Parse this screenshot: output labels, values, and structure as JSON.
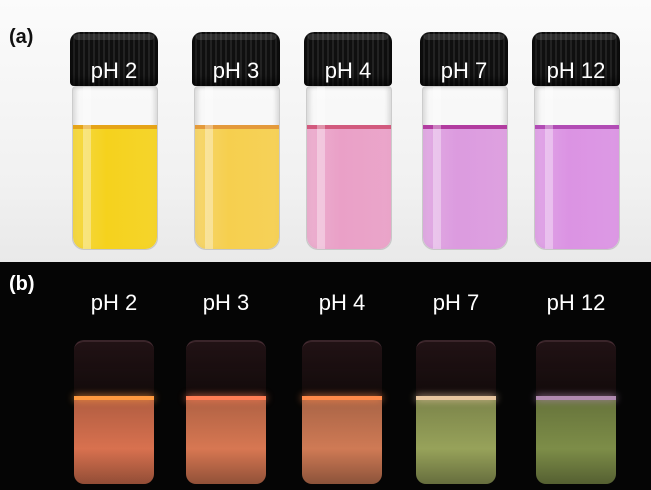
{
  "panel_a": {
    "label": "(a)",
    "vials": [
      {
        "label": "pH 2",
        "liquid_color": "#f5d21d",
        "meniscus_color": "#e6a417"
      },
      {
        "label": "pH 3",
        "liquid_color": "#f6cf4e",
        "meniscus_color": "#e49a3b"
      },
      {
        "label": "pH 4",
        "liquid_color": "#eaa0c7",
        "meniscus_color": "#d25a7e"
      },
      {
        "label": "pH 7",
        "liquid_color": "#dc9bdf",
        "meniscus_color": "#b23ca0"
      },
      {
        "label": "pH 12",
        "liquid_color": "#db93e3",
        "meniscus_color": "#b24cb5"
      }
    ]
  },
  "panel_b": {
    "label": "(b)",
    "vials": [
      {
        "label": "pH 2",
        "glow_color": "#d8714f",
        "line_color": "#ff9a40"
      },
      {
        "label": "pH 3",
        "glow_color": "#d77752",
        "line_color": "#ff7e55"
      },
      {
        "label": "pH 4",
        "glow_color": "#cf7a55",
        "line_color": "#ff8a4a"
      },
      {
        "label": "pH 7",
        "glow_color": "#97a25a",
        "line_color": "#e7c6a0"
      },
      {
        "label": "pH 12",
        "glow_color": "#7d8d48",
        "line_color": "#b08ab0"
      }
    ]
  }
}
